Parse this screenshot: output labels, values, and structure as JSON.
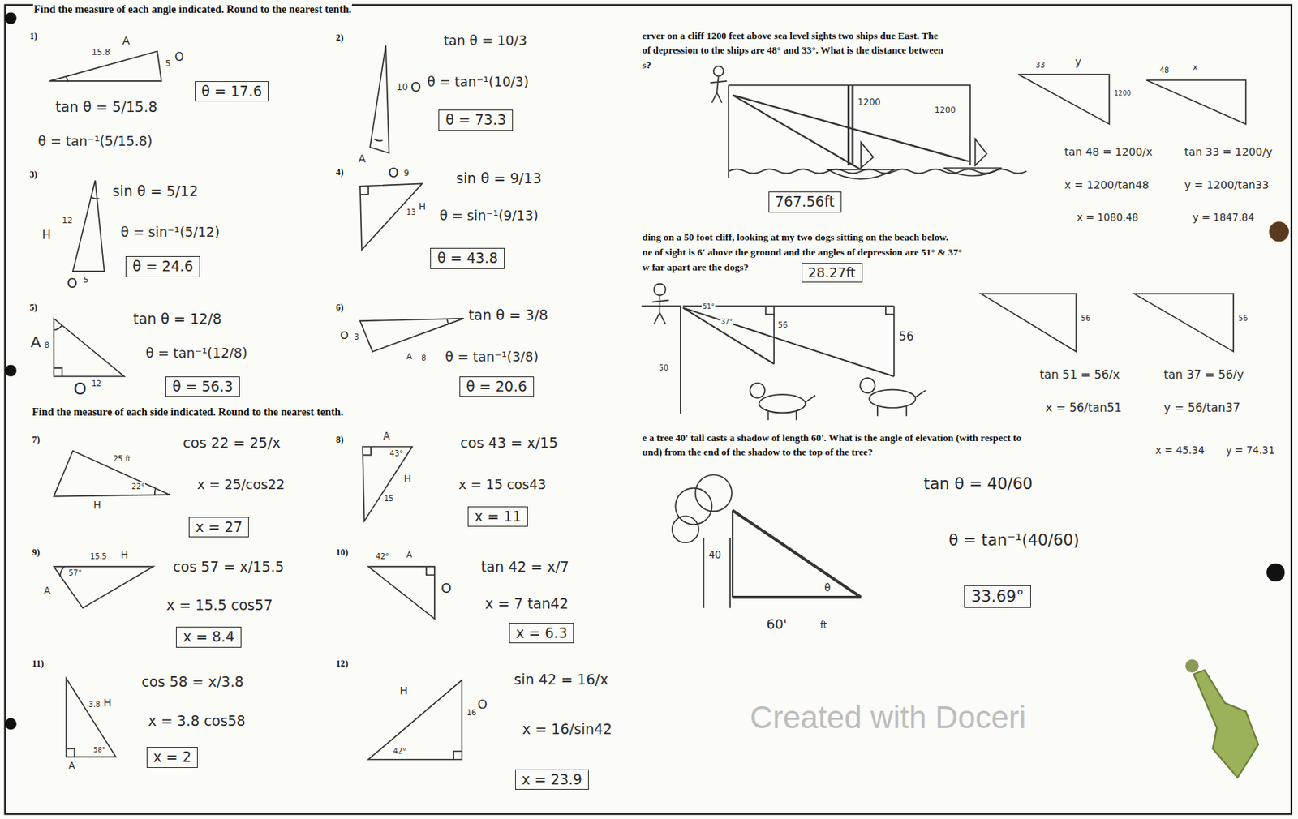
{
  "diagram": {
    "nodes": [
      {
        "text": [
          "θ = 17.6"
        ]
      },
      {
        "text": [
          "θ = 73.3"
        ]
      },
      {
        "text": [
          "θ = 24.6"
        ]
      },
      {
        "text": [
          "θ = 43.8"
        ]
      },
      {
        "text": [
          "θ = 56.3"
        ]
      },
      {
        "text": [
          "θ = 20.6"
        ]
      },
      {
        "text": [
          "x = 27"
        ]
      },
      {
        "text": [
          "x = 11"
        ]
      },
      {
        "text": [
          "x = 8.4"
        ]
      },
      {
        "text": [
          "x = 6.3"
        ]
      },
      {
        "text": [
          "x = 2"
        ]
      },
      {
        "text": [
          "x = 23.9"
        ]
      },
      {
        "text": [
          "767.56ft"
        ]
      },
      {
        "text": [
          "28.27ft"
        ]
      },
      {
        "text": [
          "33.69°"
        ]
      }
    ],
    "labels": [
      "Find the measure of each angle indicated. Round to the nearest tenth.",
      "1)",
      "15.8",
      "A",
      "5",
      "O",
      "tan θ = 5/15.8",
      "θ = tan⁻¹(5/15.8)",
      "2)",
      "10",
      "O",
      "A",
      "tan θ = 10/3",
      "θ = tan⁻¹(10/3)",
      "3)",
      "12",
      "H",
      "5",
      "O",
      "sin θ = 5/12",
      "θ = sin⁻¹(5/12)",
      "4)",
      "9",
      "O",
      "13",
      "H",
      "sin θ = 9/13",
      "θ = sin⁻¹(9/13)",
      "5)",
      "A",
      "8",
      "12",
      "O",
      "tan θ = 12/8",
      "θ = tan⁻¹(12/8)",
      "6)",
      "O",
      "3",
      "8",
      "A",
      "tan θ = 3/8",
      "θ = tan⁻¹(3/8)",
      "Find the measure of each side indicated. Round to the nearest tenth.",
      "7)",
      "25 ft",
      "22°",
      "H",
      "cos 22 = 25/x",
      "x = 25/cos22",
      "8)",
      "43°",
      "15",
      "H",
      "A",
      "cos 43 = x/15",
      "x = 15 cos43",
      "9)",
      "15.5",
      "H",
      "57°",
      "A",
      "cos 57 = x/15.5",
      "x = 15.5 cos57",
      "10)",
      "42°",
      "O",
      "A",
      "tan 42 = x/7",
      "x = 7 tan42",
      "11)",
      "3.8",
      "H",
      "58°",
      "A",
      "cos 58 = x/3.8",
      "x = 3.8 cos58",
      "12)",
      "H",
      "16",
      "O",
      "42°",
      "sin 42 = 16/x",
      "x = 16/sin42",
      "erver on a cliff 1200 feet above sea level sights two ships due East. The",
      "of depression to the ships are 48° and 33°. What is the distance between",
      "s?",
      "1200",
      "1200",
      "33",
      "y",
      "x",
      "48",
      "1200",
      "tan 48 = 1200/x",
      "tan 33 = 1200/y",
      "x = 1200/tan48",
      "y = 1200/tan33",
      "x = 1080.48",
      "y = 1847.84",
      "ding on a 50 foot cliff, looking at my two dogs sitting on the beach below.",
      "ne of sight is 6' above the ground and the angles of depression are 51° & 37°",
      "w far apart are the dogs?",
      "56",
      "56",
      "50",
      "56",
      "56",
      "tan 51 = 56/x",
      "tan 37 = 56/y",
      "x = 56/tan51",
      "y = 56/tan37",
      "x = 45.34",
      "y = 74.31",
      "e a tree 40' tall casts a shadow of length 60'. What is the angle of elevation (with respect to",
      "und) from the end of the shadow to the top of the tree?",
      "40",
      "θ",
      "60'",
      "ft",
      "tan θ = 40/60",
      "θ = tan⁻¹(40/60)",
      "Created with Doceri",
      "51°",
      "37°"
    ]
  }
}
